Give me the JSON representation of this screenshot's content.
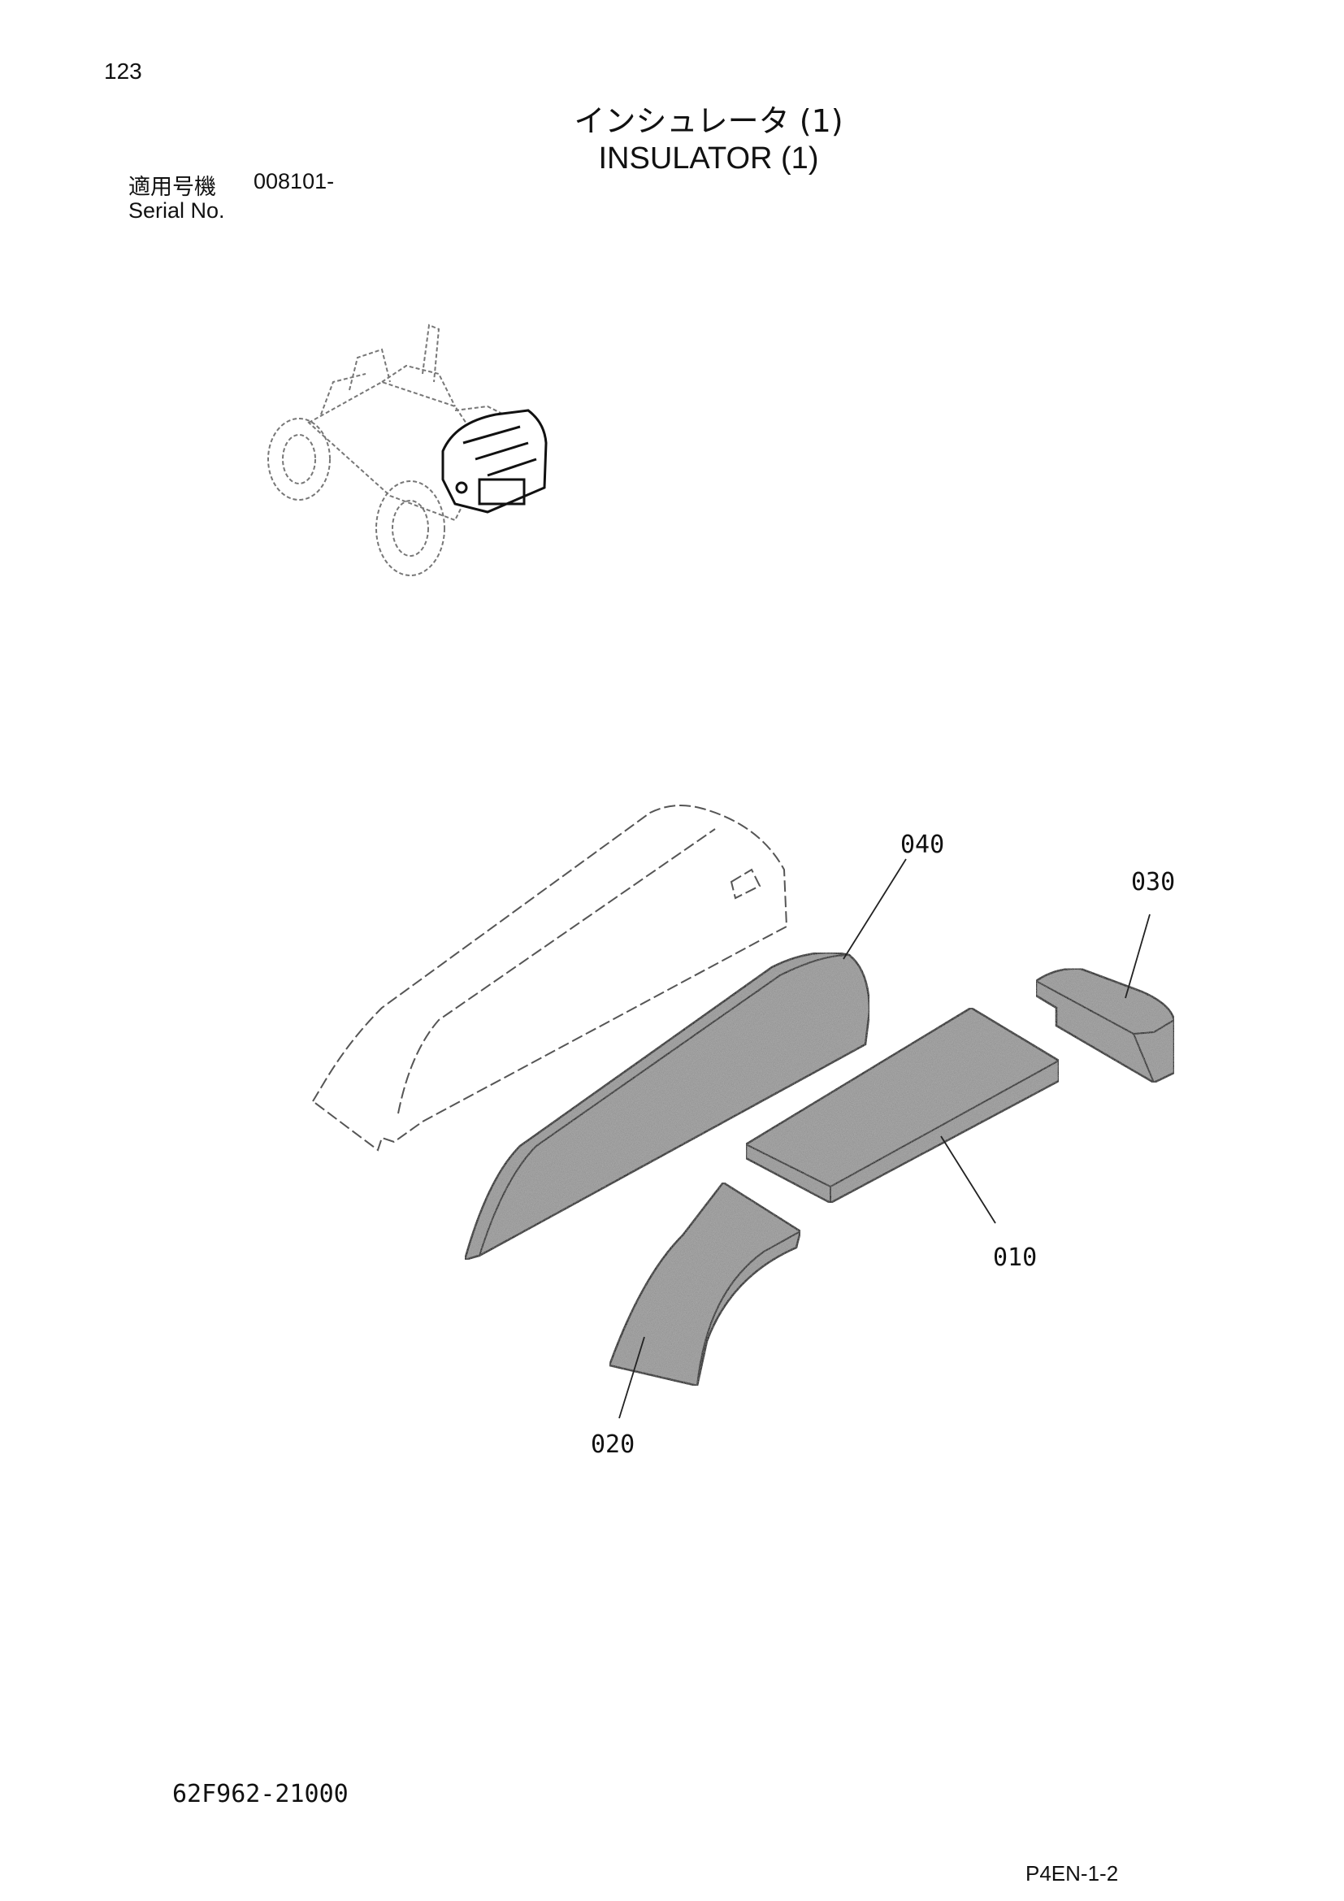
{
  "header": {
    "page_number": "123",
    "title_japanese": "インシュレータ (1)",
    "title_english": "INSULATOR (1)",
    "serial_label_japanese": "適用号機",
    "serial_value": "008101-",
    "serial_label_english": "Serial No."
  },
  "callouts": {
    "c040": "040",
    "c030": "030",
    "c010": "010",
    "c020": "020"
  },
  "footer": {
    "part_code": "62F962-21000",
    "sheet_code": "P4EN-1-2"
  }
}
